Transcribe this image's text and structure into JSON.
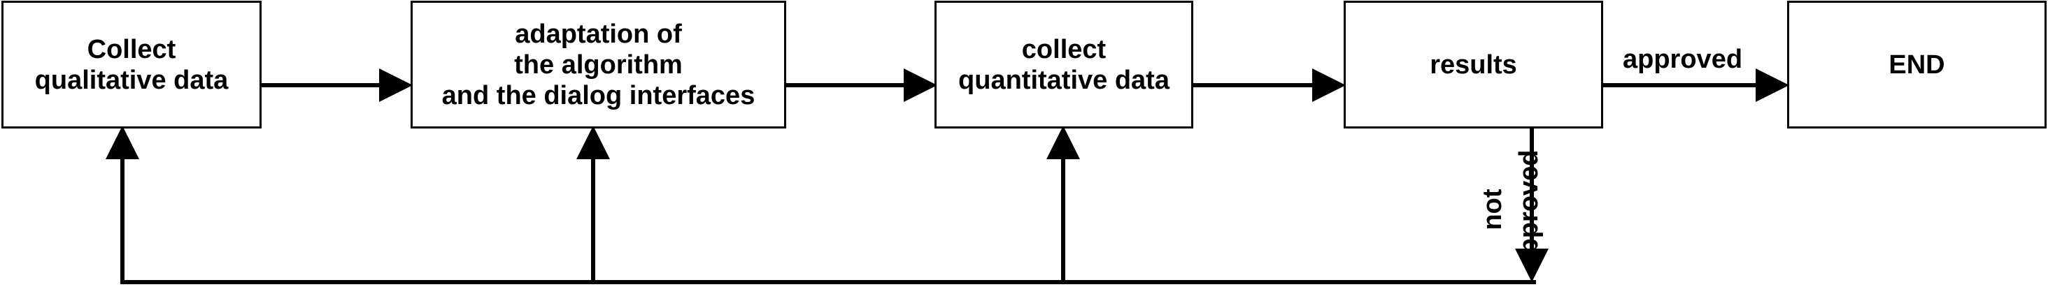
{
  "nodes": {
    "collect_qualitative": "Collect\nqualitative data",
    "adaptation": "adaptation of\nthe algorithm\nand the dialog interfaces",
    "collect_quantitative": "collect\nquantitative data",
    "results": "results",
    "end": "END"
  },
  "edges": {
    "approved": "approved",
    "not_approved": "not\napproved"
  }
}
